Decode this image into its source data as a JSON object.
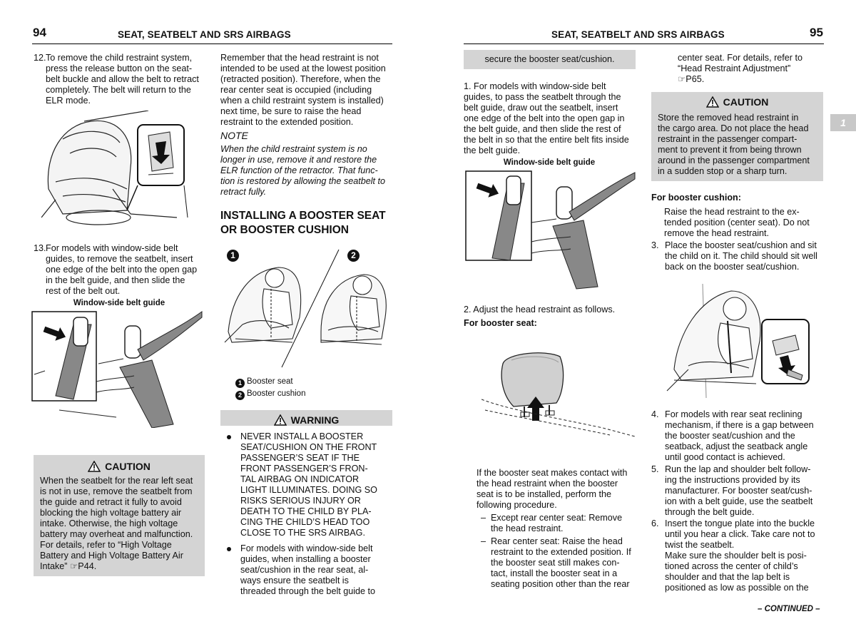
{
  "left_page": {
    "page_number": "94",
    "header_title": "SEAT, SEATBELT AND SRS AIRBAGS",
    "col1": {
      "step12_num": "12.",
      "step12_lines": [
        "To remove the child restraint system,",
        "press the release button on the seat-",
        "belt buckle and allow the belt to retract",
        "completely. The belt will return to the",
        "ELR mode."
      ],
      "step13_num": "13.",
      "step13_lines": [
        "For models with window-side belt",
        "guides, to remove the seatbelt, insert",
        "one edge of the belt into the open gap",
        "in the belt guide, and then slide the",
        "rest of the belt out."
      ],
      "figure_caption": "Window-side belt guide",
      "caution_title": "CAUTION",
      "caution_lines": [
        "When the seatbelt for the rear left seat",
        "is not in use, remove the seatbelt from",
        "the guide and retract it fully to avoid",
        "blocking the high voltage battery air",
        "intake. Otherwise, the high voltage",
        "battery may overheat and malfunction.",
        "For details, refer to “High Voltage",
        "Battery and High Voltage Battery Air",
        "Intake” ☞P44."
      ]
    },
    "col2": {
      "para_lines": [
        "Remember that the head restraint is not",
        "intended to be used at the lowest position",
        "(retracted position). Therefore, when the",
        "rear center seat is occupied (including",
        "when a child restraint system is installed)",
        "next time, be sure to raise the head",
        "restraint to the extended position."
      ],
      "note_title": "NOTE",
      "note_lines": [
        "When the child restraint system is no",
        "longer in use, remove it and restore the",
        "ELR function of the retractor. That func-",
        "tion is restored by allowing the seatbelt to",
        "retract fully."
      ],
      "section_heading_lines": [
        "INSTALLING A BOOSTER SEAT",
        "OR BOOSTER CUSHION"
      ],
      "figure_badge_1": "1",
      "figure_badge_2": "2",
      "legend_1": "Booster seat",
      "legend_2": "Booster cushion",
      "warning_title": "WARNING",
      "warning_bullet1_lines": [
        "NEVER INSTALL A BOOSTER",
        "SEAT/CUSHION ON THE FRONT",
        "PASSENGER’S SEAT IF THE",
        "FRONT PASSENGER’S FRON-",
        "TAL AIRBAG ON INDICATOR",
        "LIGHT ILLUMINATES. DOING SO",
        "RISKS SERIOUS INJURY OR",
        "DEATH TO THE CHILD BY PLA-",
        "CING THE CHILD’S HEAD TOO",
        "CLOSE TO THE SRS AIRBAG."
      ],
      "warning_bullet2_lines": [
        "For models with window-side belt",
        "guides, when installing a booster",
        "seat/cushion in the rear seat, al-",
        "ways ensure the seatbelt is",
        "threaded through the belt guide to"
      ]
    }
  },
  "right_page": {
    "page_number": "95",
    "header_title": "SEAT, SEATBELT AND SRS AIRBAGS",
    "side_tab": "1",
    "col1": {
      "gray_top": "secure the booster seat/cushion.",
      "step1_lines": [
        "1.  For models with window-side belt",
        "guides, to pass the seatbelt through the",
        "belt guide, draw out the seatbelt, insert",
        "one edge of the belt into the open gap in",
        "the belt guide, and then slide the rest of",
        "the belt in so that the entire belt fits inside",
        "the belt guide."
      ],
      "figure_caption": "Window-side belt guide",
      "step2": "2.  Adjust the head restraint as follows.",
      "booster_seat_heading": "For booster seat:",
      "contact_lines": [
        "If the booster seat makes contact with",
        "the head restraint when the booster",
        "seat is to be installed, perform the",
        "following procedure."
      ],
      "dash": "–",
      "dash1_lines": [
        "Except rear center seat: Remove",
        "the head restraint."
      ],
      "dash2_lines": [
        "Rear center seat: Raise the head",
        "restraint to the extended position. If",
        "the booster seat still makes con-",
        "tact, install the booster seat in a",
        "seating position other than the rear"
      ]
    },
    "col2": {
      "cont_lines": [
        "center seat. For details, refer to",
        "“Head Restraint Adjustment”",
        "☞P65."
      ],
      "caution_title": "CAUTION",
      "caution_lines": [
        "Store the removed head restraint in",
        "the cargo area. Do not place the head",
        "restraint in the passenger compart-",
        "ment to prevent it from being thrown",
        "around in the passenger compartment",
        "in a sudden stop or a sharp turn."
      ],
      "cushion_heading": "For booster cushion:",
      "cushion_lines": [
        "Raise the head restraint to the ex-",
        "tended position (center seat). Do not",
        "remove the head restraint."
      ],
      "step3_num": "3.",
      "step3_lines": [
        "Place the booster seat/cushion and sit",
        "the child on it. The child should sit well",
        "back on the booster seat/cushion."
      ],
      "step4_num": "4.",
      "step4_lines": [
        "For models with rear seat reclining",
        "mechanism, if there is a gap between",
        "the booster seat/cushion and the",
        "seatback, adjust the seatback angle",
        "until good contact is achieved."
      ],
      "step5_num": "5.",
      "step5_lines": [
        "Run the lap and shoulder belt follow-",
        "ing the instructions provided by its",
        "manufacturer. For booster seat/cush-",
        "ion with a belt guide, use the seatbelt",
        "through the belt guide."
      ],
      "step6_num": "6.",
      "step6_lines": [
        "Insert the tongue plate into the buckle",
        "until you hear a click. Take care not to",
        "twist the seatbelt.",
        "Make sure the shoulder belt is posi-",
        "tioned across the center of child’s",
        "shoulder and that the lap belt is",
        "positioned as low as possible on the"
      ]
    },
    "continued": "– CONTINUED –"
  }
}
